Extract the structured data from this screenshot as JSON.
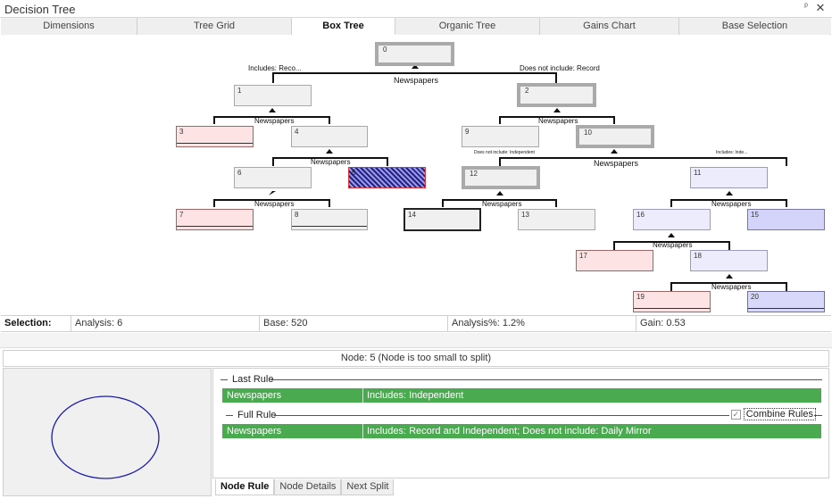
{
  "window": {
    "title": "Decision Tree",
    "pin_glyph": "ᵖ",
    "close_glyph": "✕"
  },
  "tabs": [
    {
      "label": "Dimensions",
      "active": false
    },
    {
      "label": "Tree Grid",
      "active": false
    },
    {
      "label": "Box Tree",
      "active": true
    },
    {
      "label": "Organic Tree",
      "active": false
    },
    {
      "label": "Gains Chart",
      "active": false
    },
    {
      "label": "Base Selection",
      "active": false
    }
  ],
  "tree": {
    "nodes": {
      "n0": "0",
      "n1": "1",
      "n2": "2",
      "n3": "3",
      "n4": "4",
      "n5": "5",
      "n6": "6",
      "n7": "7",
      "n8": "8",
      "n9": "9",
      "n10": "10",
      "n11": "11",
      "n12": "12",
      "n13": "13",
      "n14": "14",
      "n15": "15",
      "n16": "16",
      "n17": "17",
      "n18": "18",
      "n19": "19",
      "n20": "20"
    },
    "labels": {
      "root_left": "Includes: Reco...",
      "root_right": "Does not include: Record",
      "root_split": "Newspapers",
      "n1_split": "Newspapers",
      "n2_split": "Newspapers",
      "n4_split": "Newspapers",
      "n10_split": "Newspapers",
      "n10_left": "Does not include: Independent",
      "n10_right": "Includes: Inde...",
      "n6_split": "Newspapers",
      "n12_split": "Newspapers",
      "n11_split": "Newspapers",
      "n16_split": "Newspapers",
      "n18_split": "Newspapers"
    }
  },
  "selection": {
    "label": "Selection:",
    "analysis": "Analysis: 6",
    "base": "Base: 520",
    "analysis_pct": "Analysis%: 1.2%",
    "gain": "Gain: 0.53"
  },
  "node_info": "Node: 5 (Node is too small to split)",
  "rules": {
    "last_rule_title": "Last Rule",
    "last_rule": {
      "field": "Newspapers",
      "condition": "Includes: Independent"
    },
    "full_rule_title": "Full Rule",
    "full_rule": {
      "field": "Newspapers",
      "condition": "Includes: Record and Independent; Does not include: Daily Mirror"
    },
    "combine_rules_label": "Combine Rules",
    "combine_checked": true,
    "check_glyph": "✓"
  },
  "bottom_tabs": [
    {
      "label": "Node Rule",
      "active": true
    },
    {
      "label": "Node Details",
      "active": false
    },
    {
      "label": "Next Split",
      "active": false
    }
  ],
  "colors": {
    "rule_green": "#4aaa4f",
    "leaf_red": "#fde3e3",
    "leaf_blue": "#ececfd",
    "selected_hatch": "#22228a",
    "preview_circle": "#1c1ca8"
  }
}
